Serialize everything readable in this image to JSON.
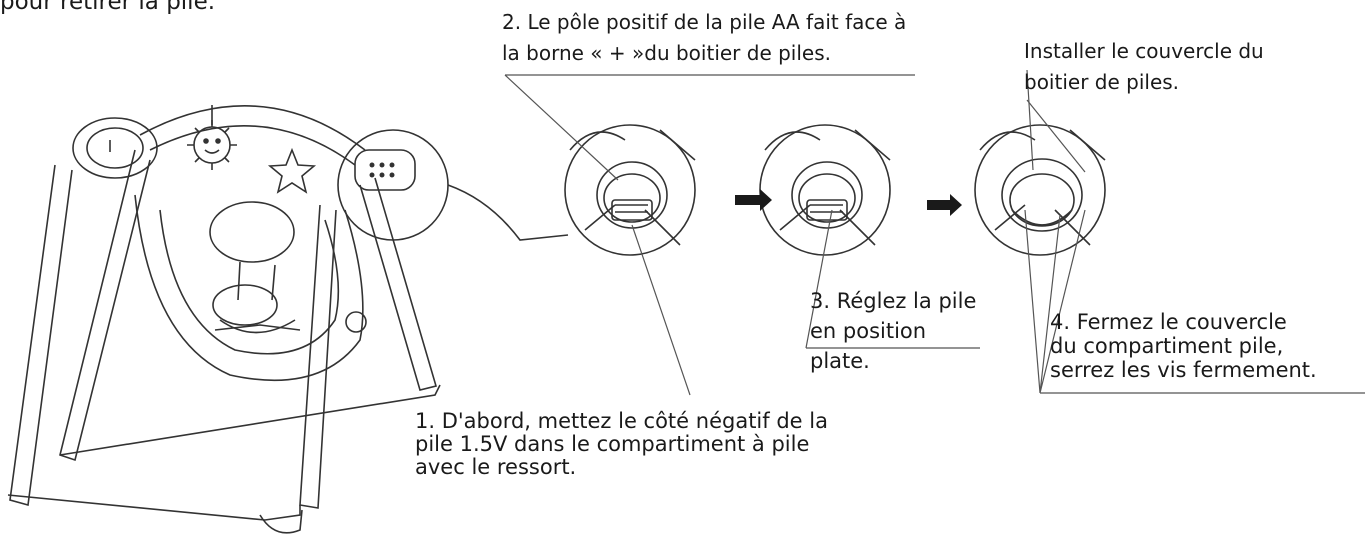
{
  "labels": {
    "top_fragment": "pour retirer la pile.",
    "step2": [
      "2. Le pôle positif de la pile AA fait face à",
      "la borne « +  »du boitier  de piles."
    ],
    "install_cover": [
      "Installer le couvercle du",
      "boitier de piles."
    ],
    "step3": [
      "3. Réglez la pile",
      "en position",
      "plate."
    ],
    "step4": [
      "4. Fermez le couvercle",
      "du compartiment pile,",
      "serrez  les vis fermement."
    ],
    "step1": [
      "1. D'abord, mettez le côté négatif de la",
      "pile 1.5V dans le compartiment à pile",
      "avec le ressort."
    ]
  }
}
